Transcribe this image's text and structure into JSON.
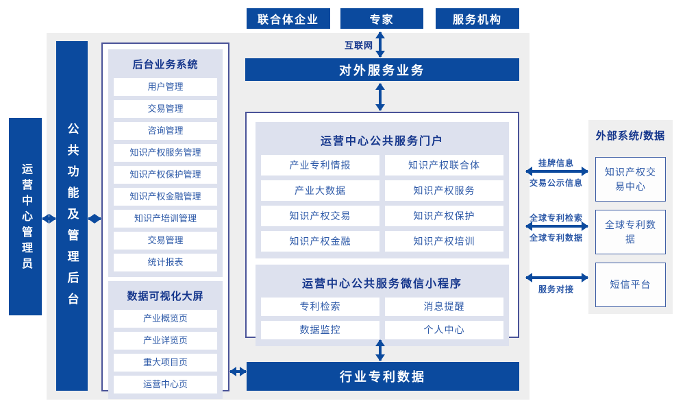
{
  "colors": {
    "brand-blue": "#0b4a9e",
    "panel-lavender": "#dde1ee",
    "bg-gray": "#eeeeee",
    "navy-heading": "#15368c",
    "item-blue": "#2e5aa8",
    "box-border": "#4a5398"
  },
  "top_actors": {
    "items": [
      "联合体企业",
      "专家",
      "服务机构"
    ]
  },
  "internet": {
    "label": "互联网"
  },
  "external_service": {
    "label": "对外服务业务"
  },
  "admin": {
    "label": "运营中心管理员"
  },
  "platform": {
    "label": "公共功能及管理后台"
  },
  "backend": {
    "title": "后台业务系统",
    "items": [
      "用户管理",
      "交易管理",
      "咨询管理",
      "知识产权服务管理",
      "知识产权保护管理",
      "知识产权金融管理",
      "知识产培训管理",
      "交易管理",
      "统计报表"
    ]
  },
  "dashboard": {
    "title": "数据可视化大屏",
    "items": [
      "产业概览页",
      "产业详览页",
      "重大项目页",
      "运营中心页"
    ]
  },
  "portal": {
    "title": "运营中心公共服务门户",
    "items": [
      "产业专利情报",
      "知识产权联合体",
      "产业大数据",
      "知识产权服务",
      "知识产权交易",
      "知识产权保护",
      "知识产权金融",
      "知识产权培训"
    ]
  },
  "miniprogram": {
    "title": "运营中心公共服务微信小程序",
    "items": [
      "专利检索",
      "消息提醒",
      "数据监控",
      "个人中心"
    ]
  },
  "industry_data": {
    "label": "行业专利数据"
  },
  "external": {
    "title": "外部系统/数据",
    "systems": [
      "知识产权交易中心",
      "全球专利数据",
      "短信平台"
    ],
    "links": {
      "link1_top": "挂牌信息",
      "link1_bottom": "交易公示信息",
      "link2_top": "全球专利检索",
      "link2_bottom": "全球专利数据",
      "link3_bottom": "服务对接"
    }
  }
}
